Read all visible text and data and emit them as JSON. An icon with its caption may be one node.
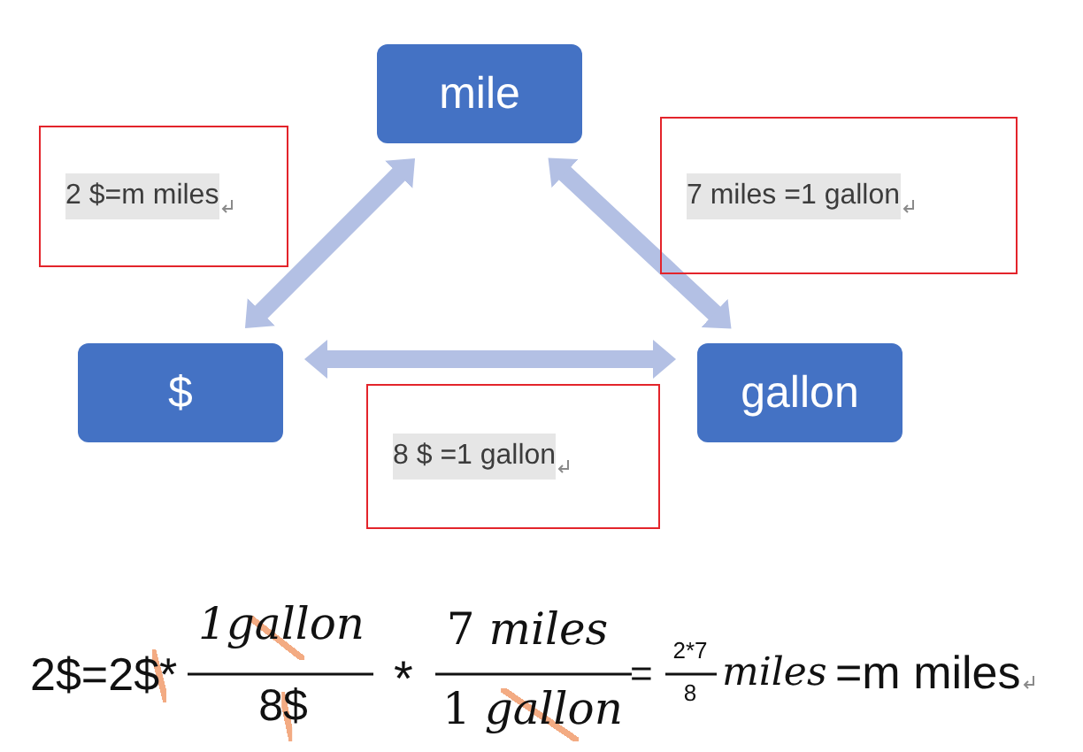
{
  "diagram": {
    "nodes": [
      {
        "text": [
          "mile"
        ]
      },
      {
        "text": [
          "2 $=m miles"
        ]
      },
      {
        "text": [
          "7 miles =1 gallon"
        ]
      },
      {
        "text": [
          "$"
        ]
      },
      {
        "text": [
          "8 $ =1 gallon"
        ]
      },
      {
        "text": [
          "gallon"
        ]
      }
    ],
    "edges": [
      {
        "from": 0,
        "to": 3,
        "arrow": "both"
      },
      {
        "from": 0,
        "to": 5,
        "arrow": "both"
      },
      {
        "from": 3,
        "to": 5,
        "arrow": "both"
      }
    ],
    "labels": [
      "2$=2$*",
      "1gallon",
      "8$",
      "*",
      "7 *miles*",
      "1 *gallon*",
      "=",
      "2*7",
      "8",
      "miles",
      "=m miles"
    ]
  }
}
